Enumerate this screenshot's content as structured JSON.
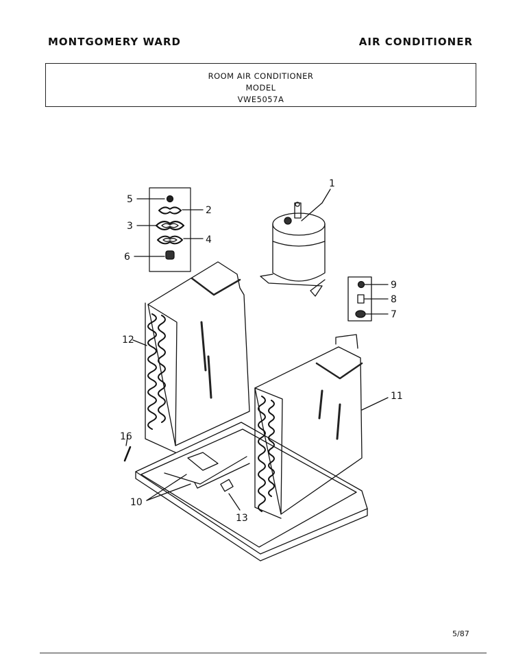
{
  "header": {
    "brand": "MONTGOMERY WARD",
    "product": "AIR CONDITIONER"
  },
  "title_box": {
    "line1": "ROOM AIR CONDITIONER",
    "line2": "MODEL",
    "line3": "VWE5057A"
  },
  "callouts": {
    "c1": "1",
    "c2": "2",
    "c3": "3",
    "c4": "4",
    "c5": "5",
    "c6": "6",
    "c7": "7",
    "c8": "8",
    "c9": "9",
    "c10": "10",
    "c11": "11",
    "c12": "12",
    "c13": "13",
    "c16": "16"
  },
  "footer": {
    "date": "5/87"
  }
}
